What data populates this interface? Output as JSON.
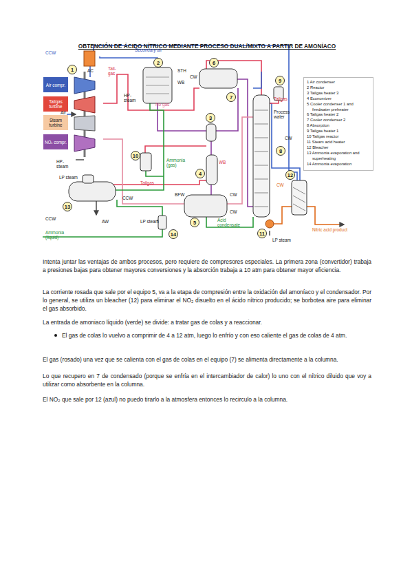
{
  "diagram": {
    "title": "OBTENCIÓN DE ÁCIDO NÍTRICO MEDIANTE PROCESO DUAL/MIXTO A PARTIR DE AMONÍACO",
    "nodes": [
      {
        "text": [
          "1"
        ]
      },
      {
        "text": [
          "2"
        ]
      },
      {
        "text": [
          "3"
        ]
      },
      {
        "text": [
          "4"
        ]
      },
      {
        "text": [
          "5"
        ]
      },
      {
        "text": [
          "6"
        ]
      },
      {
        "text": [
          "7"
        ]
      },
      {
        "text": [
          "8"
        ]
      },
      {
        "text": [
          "9"
        ]
      },
      {
        "text": [
          "10"
        ]
      },
      {
        "text": [
          "11"
        ]
      },
      {
        "text": [
          "12"
        ]
      },
      {
        "text": [
          "13"
        ]
      },
      {
        "text": [
          "14"
        ]
      },
      {
        "text": [
          "Air compr."
        ]
      },
      {
        "text": [
          "Tailgas turbine"
        ]
      },
      {
        "text": [
          "Steam turbine"
        ]
      },
      {
        "text": [
          "NOₓ compr."
        ]
      },
      {
        "text": [
          "1 Air condenser",
          "2 Reactor",
          "3 Tailgas heater 3",
          "4 Economizer",
          "5 Cooler condenser 1 and feedwater preheater",
          "6 Tailgas heater 2",
          "7 Cooler condenser 2",
          "8 Absorption",
          "9 Tailgas heater 1",
          "10 Tailgas reactor",
          "11 Steam acid heater",
          "12 Bleacher",
          "13 Ammonia evaporation and superheating",
          "14 Ammonia evaporation"
        ]
      }
    ],
    "labels": [
      "CCW",
      "AC",
      "Secondary air",
      "Tail-gas",
      "STH",
      "WB",
      "HP-steam",
      "No gas",
      "CW",
      "Air",
      "HP-steam",
      "Tailgas",
      "Process water",
      "CW",
      "Ammonia (gas)",
      "WB",
      "Tailgas",
      "BFW",
      "CW",
      "LP steam",
      "CCW",
      "CCW",
      "AW",
      "LP steam",
      "CW",
      "Acid condensate",
      "Ammonia (liquid)",
      "CW",
      "Nitric acid product",
      "LP steam",
      "Intenta juntar las ventajas de ambos procesos, pero requiere de compresores especiales. La primera zona (convertidor) trabaja a presiones bajas para obtener mayores conversiones y la absorción trabaja a 10 atm para obtener mayor eficiencia.",
      "La corriente rosada que sale por el equipo 5, va a la etapa de compresión entre la oxidación del amoníaco y el condensador. Por lo general, se utiliza un bleacher (12) para eliminar el NO₂ disuelto en el ácido nítrico producido; se borbotea aire para eliminar el gas absorbido.",
      "La entrada de amoniaco líquido (verde) se divide: a tratar gas de colas y a reaccionar.",
      "El gas de colas lo vuelvo a comprimir de 4 a 12 atm, luego lo enfrío y con eso caliente el gas de colas de 4 atm.",
      "El gas (rosado) una vez que se calienta con el gas de colas en el equipo (7) se alimenta directamente a la columna.",
      "Lo que recupero en 7 de condensado (porque se enfría en el intercambiador de calor) lo uno con el nítrico diluido que voy a utilizar como absorbente en la columna.",
      "El NO₂ que sale por 12 (azul) no puedo tirarlo a la atmosfera entonces lo recirculo a la columna."
    ]
  }
}
